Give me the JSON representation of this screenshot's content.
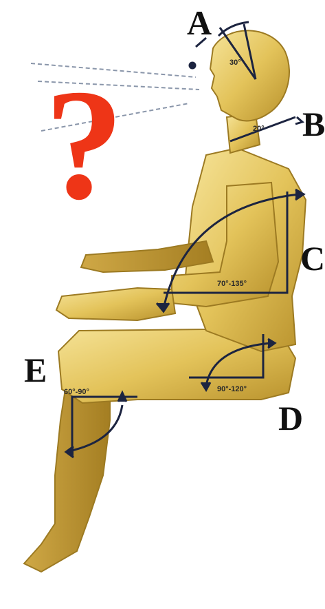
{
  "figure": {
    "question_mark": "?",
    "joints": [
      {
        "letter": "A",
        "angle": "30°"
      },
      {
        "letter": "B",
        "angle": "20°"
      },
      {
        "letter": "C",
        "angle": "70°-135°"
      },
      {
        "letter": "D",
        "angle": "90°-120°"
      },
      {
        "letter": "E",
        "angle": "60°-90°"
      }
    ]
  },
  "colors": {
    "skin": "#e3c35a",
    "skin_shadow": "#b8912c",
    "skin_highlight": "#f6e49a",
    "question_mark": "#ee3517",
    "lines": "#1c2440"
  }
}
